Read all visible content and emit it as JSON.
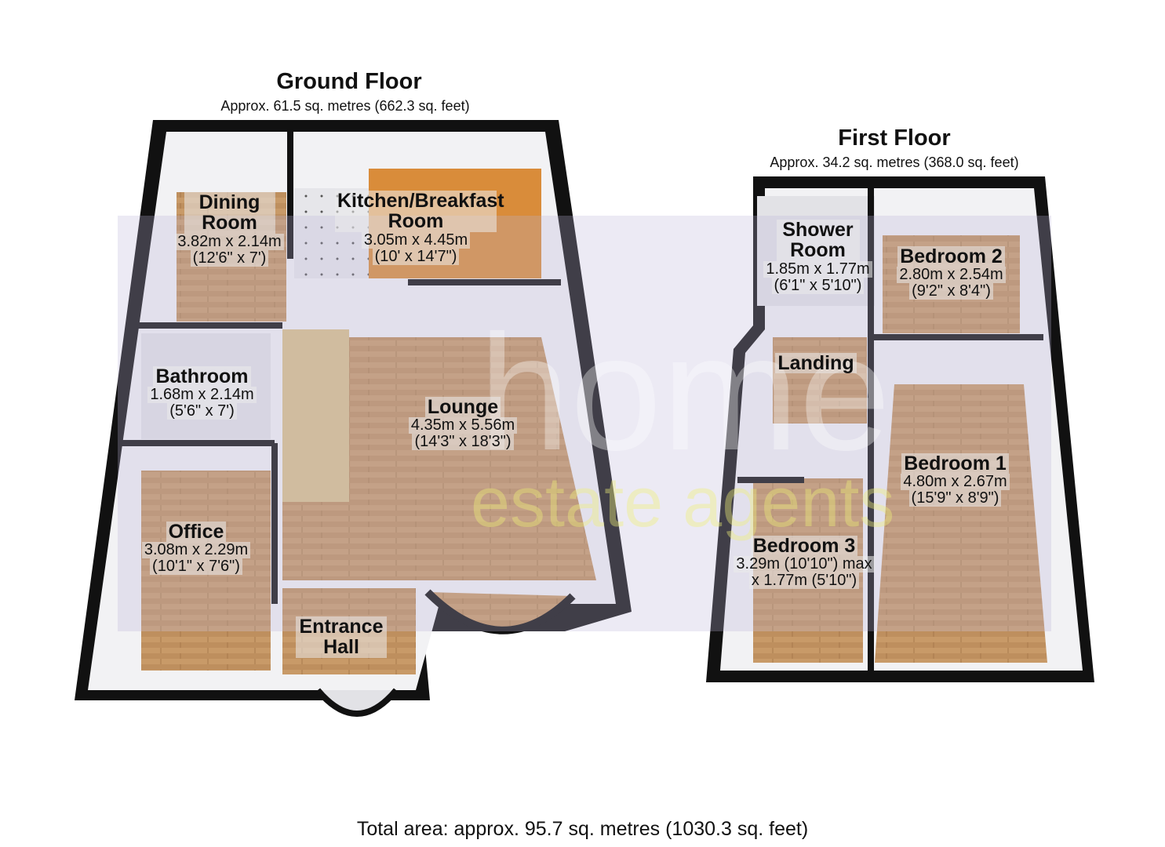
{
  "ground_floor": {
    "title": "Ground Floor",
    "area": "Approx. 61.5 sq. metres (662.3 sq. feet)",
    "rooms": [
      {
        "name": "Dining Room",
        "metric": "3.82m x 2.14m",
        "imperial": "(12'6\" x 7')"
      },
      {
        "name": "Kitchen/Breakfast Room",
        "metric": "3.05m x 4.45m",
        "imperial": "(10' x 14'7\")"
      },
      {
        "name": "Bathroom",
        "metric": "1.68m x 2.14m",
        "imperial": "(5'6\" x 7')"
      },
      {
        "name": "Lounge",
        "metric": "4.35m x 5.56m",
        "imperial": "(14'3\" x 18'3\")"
      },
      {
        "name": "Office",
        "metric": "3.08m x 2.29m",
        "imperial": "(10'1\" x 7'6\")"
      },
      {
        "name": "Entrance Hall",
        "metric": "",
        "imperial": ""
      }
    ]
  },
  "first_floor": {
    "title": "First Floor",
    "area": "Approx. 34.2 sq. metres (368.0 sq. feet)",
    "rooms": [
      {
        "name": "Shower Room",
        "metric": "1.85m x 1.77m",
        "imperial": "(6'1\" x 5'10\")"
      },
      {
        "name": "Bedroom 2",
        "metric": "2.80m x 2.54m",
        "imperial": "(9'2\" x 8'4\")"
      },
      {
        "name": "Landing",
        "metric": "",
        "imperial": ""
      },
      {
        "name": "Bedroom 1",
        "metric": "4.80m x 2.67m",
        "imperial": "(15'9\" x 8'9\")"
      },
      {
        "name": "Bedroom 3",
        "metric": "3.29m (10'10\") max",
        "imperial": "x 1.77m (5'10\")"
      }
    ]
  },
  "watermark": {
    "line1": "home",
    "line2": "estate agents"
  },
  "total": "Total area: approx. 95.7 sq. metres (1030.3 sq. feet)"
}
